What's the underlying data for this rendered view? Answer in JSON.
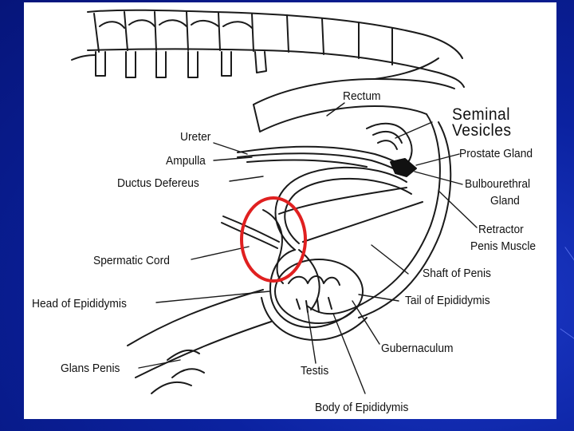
{
  "colors": {
    "slide_background": "#0a1f8f",
    "panel": "#ffffff",
    "ink": "#111111",
    "highlight_circle": "#e02020"
  },
  "labels": {
    "rectum": "Rectum",
    "seminal_vesicles_line1": "Seminal",
    "seminal_vesicles_line2": "Vesicles",
    "ureter": "Ureter",
    "ampulla": "Ampulla",
    "ductus_deferens": "Ductus Defereus",
    "prostate_gland": "Prostate Gland",
    "bulbourethral_line1": "Bulbourethral",
    "bulbourethral_line2": "Gland",
    "retractor_line1": "Retractor",
    "retractor_line2": "Penis Muscle",
    "spermatic_cord": "Spermatic Cord",
    "shaft_of_penis": "Shaft of Penis",
    "head_of_epididymis": "Head of Epididymis",
    "tail_of_epididymis": "Tail of Epididymis",
    "gubernaculum": "Gubernaculum",
    "glans_penis": "Glans Penis",
    "testis": "Testis",
    "body_of_epididymis": "Body of Epididymis"
  },
  "highlight": {
    "target": "spermatic-cord"
  }
}
